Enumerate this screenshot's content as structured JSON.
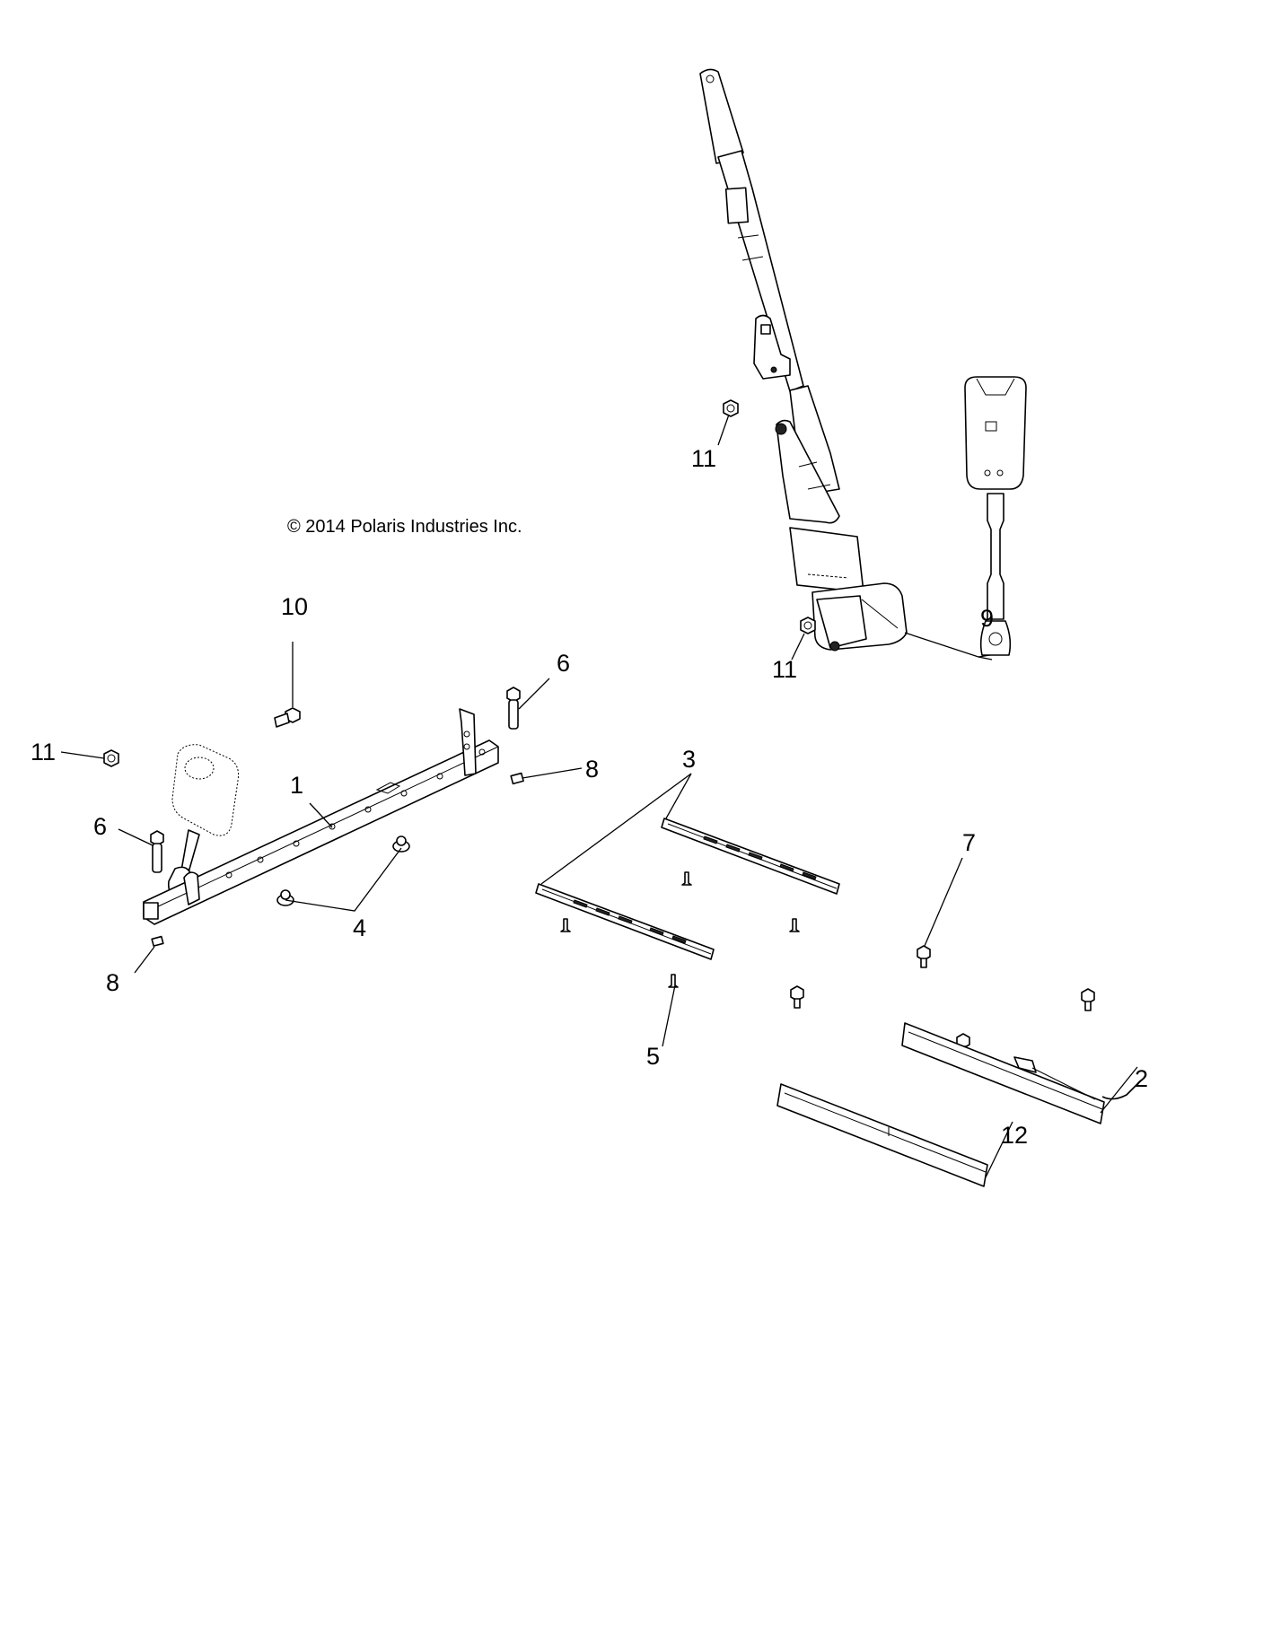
{
  "diagram": {
    "title": "Seat Rails and Seat Belts Exploded View",
    "copyright": "© 2014 Polaris Industries Inc.",
    "callouts": [
      {
        "id": "c11a",
        "label": "11",
        "part": "flange-nut"
      },
      {
        "id": "c9",
        "label": "9",
        "part": "seat-belt-assembly"
      },
      {
        "id": "c11b",
        "label": "11",
        "part": "flange-nut"
      },
      {
        "id": "c10",
        "label": "10",
        "part": "buckle-bolt"
      },
      {
        "id": "c6a",
        "label": "6",
        "part": "hex-bolt"
      },
      {
        "id": "c11c",
        "label": "11",
        "part": "flange-nut"
      },
      {
        "id": "c8a",
        "label": "8",
        "part": "clip-nut"
      },
      {
        "id": "c1",
        "label": "1",
        "part": "seat-base-tube"
      },
      {
        "id": "c6b",
        "label": "6",
        "part": "hex-bolt"
      },
      {
        "id": "c4",
        "label": "4",
        "part": "grommet"
      },
      {
        "id": "c8b",
        "label": "8",
        "part": "clip-nut"
      },
      {
        "id": "c3",
        "label": "3",
        "part": "seat-slide-rail"
      },
      {
        "id": "c7",
        "label": "7",
        "part": "flange-bolt"
      },
      {
        "id": "c5",
        "label": "5",
        "part": "push-rivet"
      },
      {
        "id": "c2",
        "label": "2",
        "part": "seat-slider-with-lever"
      },
      {
        "id": "c12",
        "label": "12",
        "part": "seat-slider"
      }
    ]
  }
}
